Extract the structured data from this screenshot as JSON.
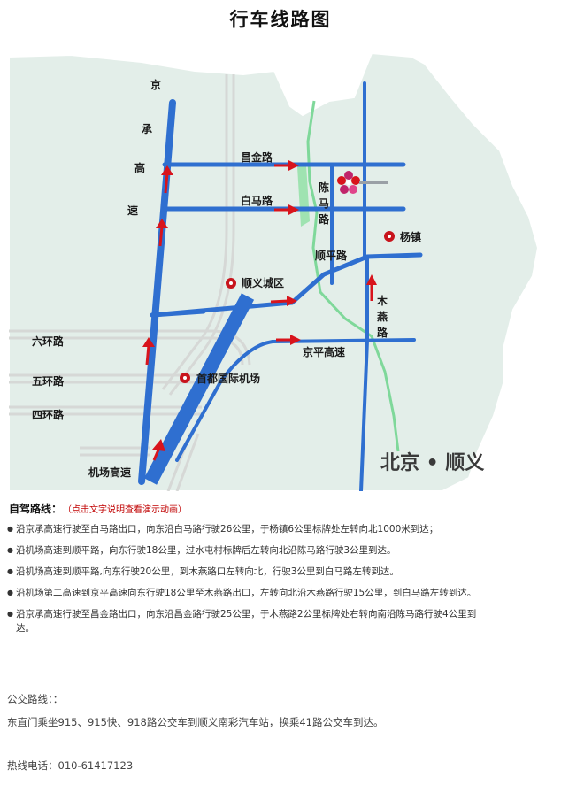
{
  "page": {
    "title": "行车线路图"
  },
  "map": {
    "brand": "北京 • 顺义",
    "roads": {
      "jingcheng_chars": [
        "京",
        "承",
        "高",
        "速"
      ],
      "changjin": "昌金路",
      "baima": "白马路",
      "chenma_chars": [
        "陈",
        "马",
        "路"
      ],
      "shunping": "顺平路",
      "muyan_chars": [
        "木",
        "燕",
        "路"
      ],
      "jingping": "京平高速",
      "ring6": "六环路",
      "ring5": "五环路",
      "ring4": "四环路",
      "airport_expressway": "机场高速"
    },
    "places": {
      "yangzhen": "杨镇",
      "shunyi": "顺义城区",
      "airport": "首都国际机场"
    },
    "colors": {
      "road": "#2f6fd0",
      "arrow": "#d8141c",
      "land": "#e3eee9",
      "river": "#7fd89a",
      "ring": "#d6d8d6"
    }
  },
  "driving": {
    "label": "自驾路线：",
    "hint": "（点击文字说明查看演示动画）",
    "routes": [
      "沿京承高速行驶至白马路出口，向东沿白马路行驶26公里，于杨镇6公里标牌处左转向北1000米到达；",
      "沿机场高速到顺平路，向东行驶18公里，过水屯村标牌后左转向北沿陈马路行驶3公里到达。",
      "沿机场高速到顺平路,向东行驶20公里，到木燕路口左转向北，行驶3公里到白马路左转到达。",
      "沿机场第二高速到京平高速向东行驶18公里至木燕路出口，左转向北沿木燕路行驶15公里，到白马路左转到达。",
      "沿京承高速行驶至昌金路出口，向东沿昌金路行驶25公里，于木燕路2公里标牌处右转向南沿陈马路行驶4公里到达。"
    ]
  },
  "bus": {
    "label": "公交路线：：",
    "text": "东直门乘坐915、915快、918路公交车到顺义南彩汽车站，换乘41路公交车到达。"
  },
  "hotline": {
    "text": "热线电话：010-61417123"
  }
}
